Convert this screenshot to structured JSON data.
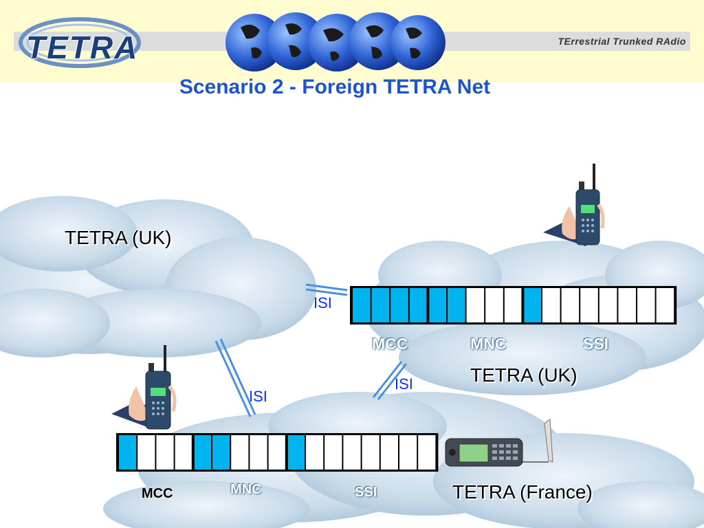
{
  "header": {
    "logo": "TETRA",
    "tagline": "TErrestrial Trunked RAdio"
  },
  "slide": {
    "title": "Scenario 2 - Foreign TETRA Net"
  },
  "networks": {
    "uk_left": "TETRA (UK)",
    "uk_right": "TETRA (UK)",
    "france": "TETRA (France)"
  },
  "links": {
    "isi_top": "ISI",
    "isi_left": "ISI",
    "isi_right": "ISI"
  },
  "address_top": {
    "cells": [
      1,
      1,
      1,
      1,
      1,
      1,
      0,
      0,
      0,
      1,
      0,
      0,
      0,
      0,
      0,
      0,
      0
    ],
    "mcc_label": "MCC",
    "mnc_label": "MNC",
    "ssi_label": "SSI"
  },
  "address_bottom": {
    "cells": [
      1,
      0,
      0,
      0,
      1,
      1,
      0,
      0,
      0,
      1,
      0,
      0,
      0,
      0,
      0,
      0,
      0
    ],
    "mcc_label": "MCC",
    "mnc_label": "MNC",
    "ssi_label": "SSI"
  },
  "colors": {
    "cyan": "#00b4f0",
    "title_blue": "#1d55c8",
    "isi_blue": "#0a2dff",
    "cloud": "#c9dbe9"
  }
}
